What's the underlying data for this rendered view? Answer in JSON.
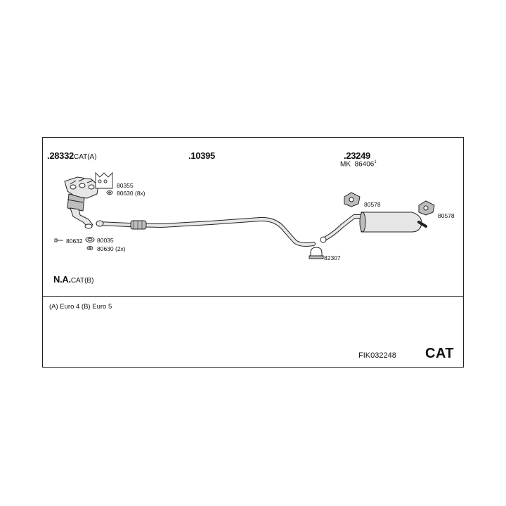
{
  "parts": {
    "p28332": {
      "number": "28332",
      "suffix": "CAT(A)"
    },
    "p10395": {
      "number": "10395"
    },
    "p23249": {
      "number": "23249",
      "mk_prefix": "MK",
      "mk_number": "86406",
      "mk_sup": "1"
    },
    "p80355": "80355",
    "p80630_8x": "80630 (8x)",
    "p80632": "80632",
    "p80035": "80035",
    "p80630_2x": "80630 (2x)",
    "p82307": "82307",
    "p80578_a": "80578",
    "p80578_b": "80578"
  },
  "na_label": {
    "prefix": "N.A.",
    "suffix": "CAT(B)"
  },
  "footnote": "(A) Euro 4 (B) Euro 5",
  "kit_code": "FIK032248",
  "category": "CAT",
  "colors": {
    "line": "#222222",
    "fill_light": "#e6e6e6",
    "fill_mid": "#bdbdbd"
  }
}
